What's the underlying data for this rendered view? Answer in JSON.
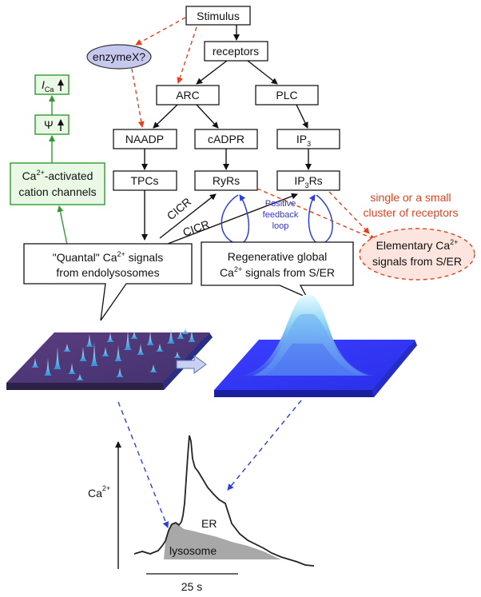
{
  "nodes": {
    "stimulus": "Stimulus",
    "enzyme": "enzymeX?",
    "receptors": "receptors",
    "arc": "ARC",
    "plc": "PLC",
    "naadp": "NAADP",
    "cadpr": "cADPR",
    "ip3_main": "IP",
    "ip3_sub": "3",
    "tpcs": "TPCs",
    "ryrs": "RyRs",
    "ip3rs_main": "IP",
    "ip3rs_sub": "3",
    "ip3rs_tail": "Rs"
  },
  "green": {
    "ica_main": "I",
    "ica_sub": "Ca",
    "psi": "Ψ",
    "cation_line1_pre": "Ca",
    "cation_line1_sup": "2+",
    "cation_line1_post": "-activated",
    "cation_line2": "cation channels"
  },
  "links": {
    "cicr1": "CICR",
    "cicr2": "CICR",
    "feedback_line1": "Positive",
    "feedback_line2": "feedback",
    "feedback_line3": "loop"
  },
  "callouts": {
    "quantal_line1_pre": "\"Quantal\"  Ca",
    "quantal_line1_sup": "2+",
    "quantal_line1_post": " signals",
    "quantal_line2": "from endolysosomes",
    "regen_line1": "Regenerative global",
    "regen_line2_pre": "Ca",
    "regen_line2_sup": "2+",
    "regen_line2_post": " signals from S/ER"
  },
  "elementary": {
    "line1_pre": "Elementary Ca",
    "line1_sup": "2+",
    "line2": "signals from S/ER",
    "note_line1": "single or a small",
    "note_line2": "cluster of receptors"
  },
  "trace": {
    "ylabel_pre": "Ca",
    "ylabel_sup": "2+",
    "er_label": "ER",
    "lysosome_label": "lysosome",
    "scale_label": "25 s"
  },
  "colors": {
    "red_dashed": "#e8401c",
    "blue_dashed": "#2a3fe0",
    "green": "#2f9a2f",
    "ellipse_purple": "#c7c8ee",
    "lysosome_gray": "#a8a8a8"
  }
}
